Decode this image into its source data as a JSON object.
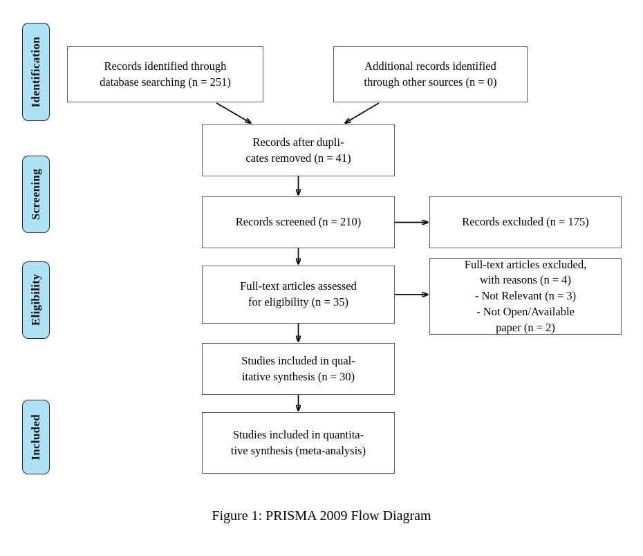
{
  "figure": {
    "caption": "Figure 1:  PRISMA 2009 Flow Diagram",
    "accent_color": "#ADE1F5",
    "box_border_color": "#5E5E5E",
    "arrow_color": "#000000",
    "background_color": "#FFFFFF"
  },
  "chart_data": {
    "type": "diagram",
    "title": "Figure 1:  PRISMA 2009 Flow Diagram",
    "diagram_kind": "PRISMA 2009 flow diagram",
    "stages": [
      "Identification",
      "Screening",
      "Eligibility",
      "Included"
    ],
    "nodes": [
      {
        "id": "db_search",
        "stage": "Identification",
        "label": "Records identified through\ndatabase searching (n = 251)",
        "n": 251
      },
      {
        "id": "other_sources",
        "stage": "Identification",
        "label": "Additional records identified\nthrough other sources (n = 0)",
        "n": 0
      },
      {
        "id": "dedup",
        "stage": "Screening",
        "label": "Records after dupli-\ncates removed (n = 41)",
        "n": 41
      },
      {
        "id": "screened",
        "stage": "Screening",
        "label": "Records screened (n = 210)",
        "n": 210
      },
      {
        "id": "rec_excluded",
        "stage": "Screening",
        "label": "Records excluded (n = 175)",
        "n": 175
      },
      {
        "id": "fulltext",
        "stage": "Eligibility",
        "label": "Full-text articles assessed\nfor eligibility (n = 35)",
        "n": 35
      },
      {
        "id": "ft_excluded",
        "stage": "Eligibility",
        "label": "Full-text articles excluded,\nwith reasons (n = 4)\n- Not Relevant (n = 3)\n- Not Open/Available\npaper (n = 2)",
        "n": 4
      },
      {
        "id": "qualitative",
        "stage": "Included",
        "label": "Studies included in qual-\nitative synthesis (n = 30)",
        "n": 30
      },
      {
        "id": "quantitative",
        "stage": "Included",
        "label": "Studies included in quantita-\ntive synthesis (meta-analysis)",
        "n": null
      }
    ],
    "edges": [
      {
        "from": "db_search",
        "to": "dedup"
      },
      {
        "from": "other_sources",
        "to": "dedup"
      },
      {
        "from": "dedup",
        "to": "screened"
      },
      {
        "from": "screened",
        "to": "rec_excluded"
      },
      {
        "from": "screened",
        "to": "fulltext"
      },
      {
        "from": "fulltext",
        "to": "ft_excluded"
      },
      {
        "from": "fulltext",
        "to": "qualitative"
      },
      {
        "from": "qualitative",
        "to": "quantitative"
      }
    ],
    "exclusion_reasons": [
      {
        "reason": "Not Relevant",
        "n": 3
      },
      {
        "reason": "Not Open/Available paper",
        "n": 2
      }
    ]
  },
  "stages": {
    "identification": "Identification",
    "screening": "Screening",
    "eligibility": "Eligibility",
    "included": "Included"
  },
  "boxes": {
    "db_search": "Records identified through\ndatabase searching (n = 251)",
    "other_sources": "Additional records identified\nthrough other sources (n = 0)",
    "dedup": "Records after dupli-\ncates removed (n = 41)",
    "screened": "Records screened (n = 210)",
    "rec_excluded": "Records excluded (n = 175)",
    "fulltext": "Full-text articles assessed\nfor eligibility (n = 35)",
    "ft_excluded": "Full-text articles excluded,\nwith reasons (n = 4)\n- Not Relevant (n = 3)\n- Not Open/Available\npaper (n = 2)",
    "qualitative": "Studies included in qual-\nitative synthesis (n = 30)",
    "quantitative": "Studies included in quantita-\ntive synthesis (meta-analysis)"
  }
}
